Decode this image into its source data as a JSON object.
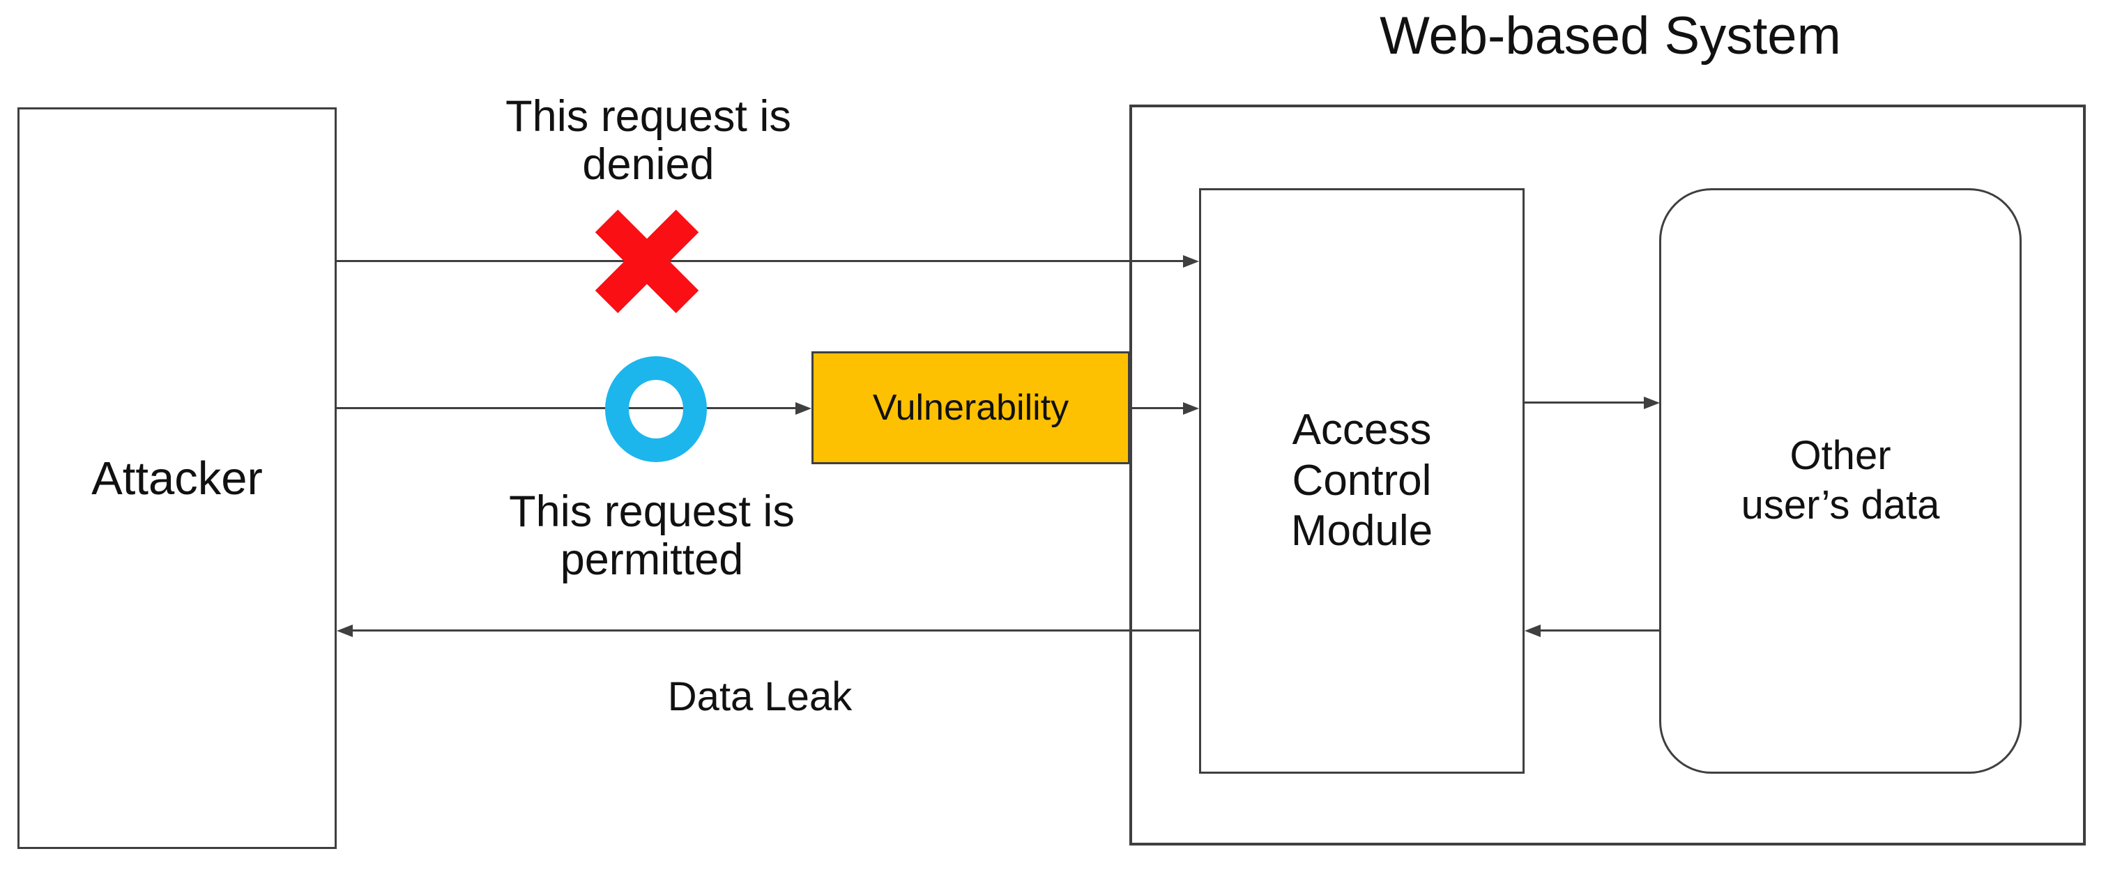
{
  "diagram_title": "Web-based System",
  "nodes": {
    "attacker": {
      "label": "Attacker"
    },
    "access_control_module": {
      "label": "Access\nControl\nModule"
    },
    "other_users_data": {
      "label": "Other\nuser’s data"
    },
    "vulnerability": {
      "label": "Vulnerability",
      "fill_color": "#fdc101"
    }
  },
  "annotations": {
    "denied_note": "This request is\ndenied",
    "permitted_note": "This request is\npermitted",
    "data_leak_label": "Data Leak"
  },
  "icons": {
    "denied_x": {
      "meaning": "request denied",
      "color": "#f90f14"
    },
    "permitted_ring": {
      "meaning": "request permitted",
      "color": "#1cb6ec"
    }
  },
  "arrows": [
    {
      "from": "attacker",
      "to": "access_control_module",
      "status": "denied"
    },
    {
      "from": "attacker",
      "to": "vulnerability",
      "status": "permitted"
    },
    {
      "from": "vulnerability",
      "to": "access_control_module"
    },
    {
      "from": "access_control_module",
      "to": "other_users_data"
    },
    {
      "from": "other_users_data",
      "to": "access_control_module"
    },
    {
      "from": "access_control_module",
      "to": "attacker",
      "label": "Data Leak"
    }
  ],
  "colors": {
    "background": "#ffffff",
    "line": "#3f3f3f",
    "text": "#111111",
    "denied_red": "#f90f14",
    "permitted_cyan": "#1cb6ec",
    "vulnerability_gold": "#fdc101"
  }
}
